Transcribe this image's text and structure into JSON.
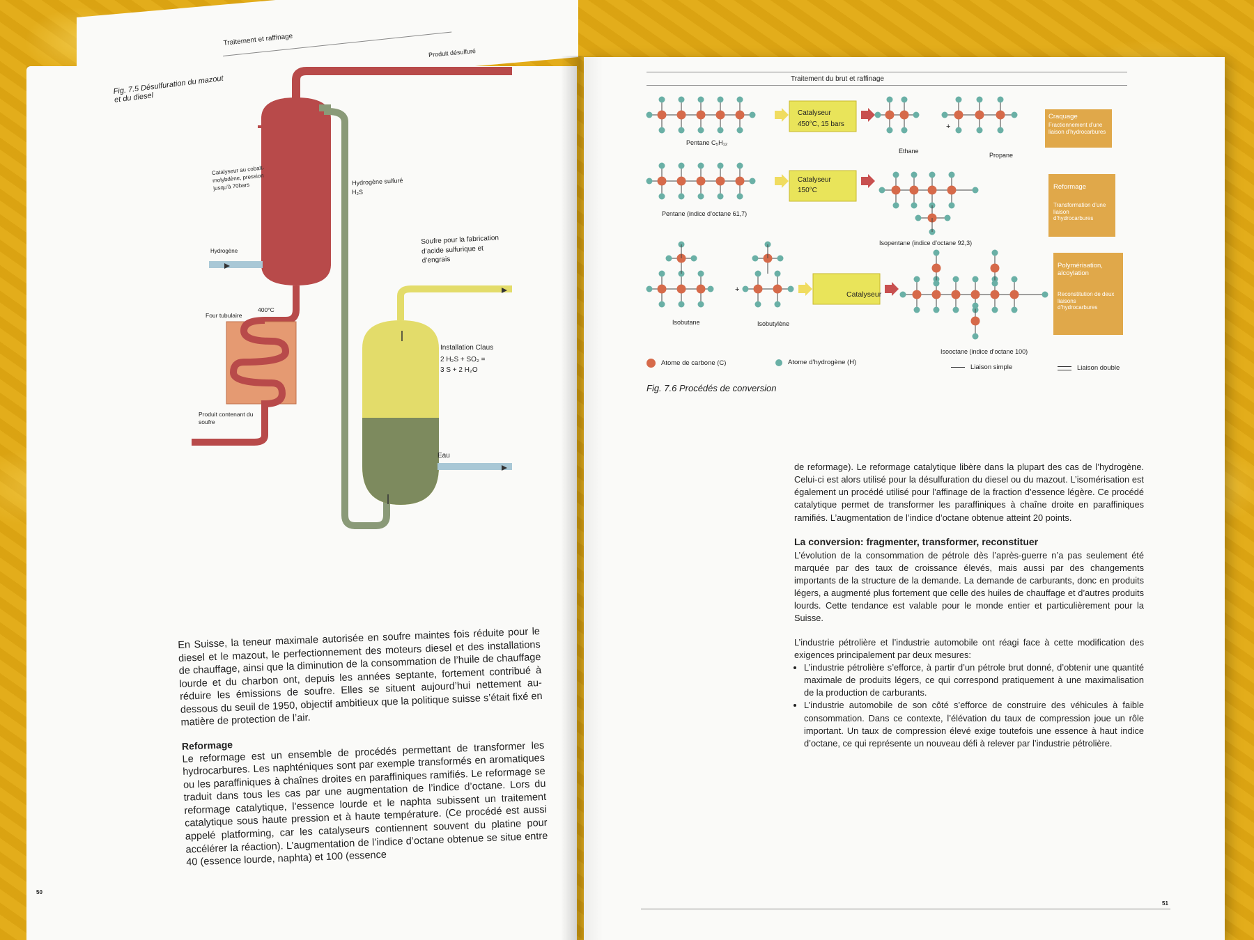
{
  "left": {
    "header": "Traitement et raffinage",
    "figure_caption": "Fig. 7.5  Désulfuration du mazout et du diesel",
    "labels": {
      "produit_desulfure": "Produit désulfuré",
      "catalyseur": "Catalyseur au cobalt-molybdène, pression jusqu’à 70bars",
      "hydrogene_sulfure": "Hydrogène sulfuré",
      "h2s": "H₂S",
      "hydrogene": "Hydrogène",
      "four_tubulaire": "Four tubulaire",
      "temperature": "400°C",
      "soufre": "Soufre pour la fabrication d’acide sulfurique et d’engrais",
      "installation_claus": "Installation Claus",
      "equation1": "2 H₂S + SO₂ =",
      "equation2": "3 S + 2 H₂O",
      "produit_contenant": "Produit contenant du soufre",
      "eau": "Eau"
    },
    "body": [
      "En Suisse, la teneur maximale autorisée en soufre maintes fois réduite pour le diesel et le mazout, le perfectionnement des moteurs diesel et des installations de chauffage, ainsi que la diminution de la consommation de l’huile de chauffage lourde et du charbon ont, depuis les années septante, fortement contribué à réduire les émissions de soufre. Elles se situent aujourd’hui nettement au-dessous du seuil de 1950, objectif ambitieux que la politique suisse s’était fixé en matière de protection de l’air."
    ],
    "subheading": "Reformage",
    "body2": "Le reformage est un ensemble de procédés permettant de transformer les hydrocarbures. Les naphténiques sont par exemple transformés en aromatiques ou les paraffiniques à chaînes droites en paraffiniques ramifiés. Le reformage se traduit dans tous les cas par une augmentation de l’indice d’octane. Lors du reformage catalytique, l’essence lourde et le naphta subissent un traitement catalytique sous haute pression et à haute température. (Ce procédé est aussi appelé platforming, car les catalyseurs contiennent souvent du platine pour accélérer la réaction). L’augmentation de l’indice d’octane obtenue se situe entre 40 (essence lourde, naphta) et 100 (essence",
    "page_number": "50"
  },
  "right": {
    "header": "Traitement du brut et raffinage",
    "figure_caption": "Fig. 7.6  Procédés de conversion",
    "row1": {
      "mol1": "Pentane C₅H₁₂",
      "cat_title": "Catalyseur",
      "cat_detail": "450°C, 15 bars",
      "mol2": "Ethane",
      "plus": "+",
      "mol3": "Propane",
      "box_title": "Craquage",
      "box_text": "Fractionnement d’une liaison d’hydrocarbures"
    },
    "row2": {
      "mol1": "Pentane (indice d’octane 61,7)",
      "cat_title": "Catalyseur",
      "cat_detail": "150°C",
      "mol2": "Isopentane (indice d’octane 92,3)",
      "box_title": "Reformage",
      "box_text": "Transformation d’une liaison d’hydrocarbures"
    },
    "row3": {
      "mol1": "Isobutane",
      "plus": "+",
      "mol2": "Isobutylène",
      "cat_title": "Catalyseur",
      "mol3": "Isooctane (indice d’octane 100)",
      "box_title": "Polymérisation, alcoylation",
      "box_text": "Reconstitution de deux liaisons d’hydrocarbures"
    },
    "legend": {
      "carbon": "Atome de carbone (C)",
      "hydrogen": "Atome d’hydrogène (H)",
      "single": "Liaison simple",
      "double": "Liaison double"
    },
    "para1": "de reformage). Le reformage catalytique libère dans la plupart des cas de l’hydrogène. Celui-ci est alors utilisé pour la désulfuration du diesel ou du mazout. L’isomérisation est également un procédé utilisé pour l’affinage de la fraction d’essence légère. Ce procédé catalytique permet de transformer les paraffiniques à chaîne droite en paraffiniques ramifiés. L’augmentation de l’indice d’octane obtenue atteint 20 points.",
    "heading": "La conversion: fragmenter, transformer, reconstituer",
    "para2": "L’évolution de la consommation de pétrole dès l’après-guerre n’a pas seulement été marquée par des taux de croissance élevés, mais aussi par des changements importants de la structure de la demande. La demande de carburants, donc en produits légers, a augmenté plus fortement que celle des huiles de chauffage et d’autres produits lourds. Cette tendance est valable pour le monde entier et particulièrement pour la Suisse.",
    "para3": "L’industrie pétrolière et l’industrie automobile ont réagi face à cette modification des exigences principalement par deux mesures:",
    "bullets": [
      "L’industrie pétrolière s’efforce, à partir d’un pétrole brut donné, d’obtenir une quantité maximale de produits légers, ce qui correspond pratiquement à une maximalisation de la production de carburants.",
      "L’industrie automobile de son côté s’efforce de construire des véhicules à faible consommation. Dans ce contexte, l’élévation du taux de compression joue un rôle important. Un taux de compression élevé exige toutefois une essence à haut indice d’octane, ce qui représente un nouveau défi à relever par l’industrie pétrolière."
    ],
    "page_number": "51"
  },
  "colors": {
    "reactor_red": "#b84a4a",
    "claus_yellow": "#e3dc6a",
    "claus_green": "#7d8a5e",
    "pipe_green": "#8a9a78",
    "pipe_blue": "#a9c8d6",
    "furnace_orange": "#e59a72",
    "carbon": "#d66a4a",
    "hydrogen": "#6ab0a6",
    "catalyst_box": "#e9e45a",
    "process_box": "#e0a84a",
    "arrow_red": "#c85050"
  }
}
